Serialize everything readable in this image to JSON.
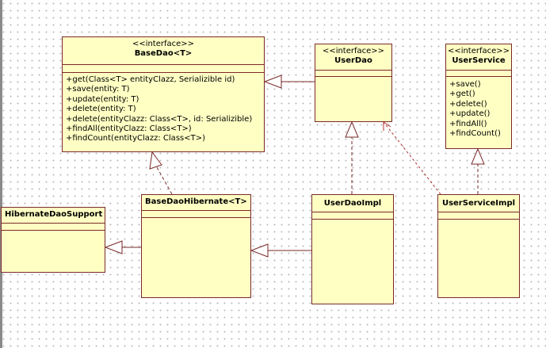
{
  "classes": {
    "base_dao": {
      "stereotype": "<<interface>>",
      "name": "BaseDao<T>",
      "operations": [
        "+get(Class<T> entityClazz, Serializible id)",
        "+save(entity: T)",
        "+update(entity: T)",
        "+delete(entity: T)",
        "+delete(entityClazz: Class<T>, id: Serializible)",
        "+findAll(entityClazz: Class<T>)",
        "+findCount(entityClazz: Class<T>)"
      ]
    },
    "user_dao": {
      "stereotype": "<<interface>>",
      "name": "UserDao"
    },
    "user_service": {
      "stereotype": "<<interface>>",
      "name": "UserService",
      "operations": [
        "+save()",
        "+get()",
        "+delete()",
        "+update()",
        "+findAll()",
        "+findCount()"
      ]
    },
    "hibernate_dao_support": {
      "name": "HibernateDaoSupport"
    },
    "base_dao_hibernate": {
      "name": "BaseDaoHibernate<T>"
    },
    "user_dao_impl": {
      "name": "UserDaoImpl"
    },
    "user_service_impl": {
      "name": "UserServiceImpl"
    }
  },
  "relationships": [
    {
      "from": "UserDao",
      "to": "BaseDao<T>",
      "kind": "generalization"
    },
    {
      "from": "BaseDaoHibernate<T>",
      "to": "BaseDao<T>",
      "kind": "realization"
    },
    {
      "from": "BaseDaoHibernate<T>",
      "to": "HibernateDaoSupport",
      "kind": "generalization"
    },
    {
      "from": "UserDaoImpl",
      "to": "BaseDaoHibernate<T>",
      "kind": "generalization"
    },
    {
      "from": "UserDaoImpl",
      "to": "UserDao",
      "kind": "realization"
    },
    {
      "from": "UserServiceImpl",
      "to": "UserDao",
      "kind": "dependency"
    },
    {
      "from": "UserServiceImpl",
      "to": "UserService",
      "kind": "realization"
    }
  ],
  "colors": {
    "fill": "#ffffc4",
    "stroke": "#7a2a2a",
    "dependency": "#b03030"
  }
}
